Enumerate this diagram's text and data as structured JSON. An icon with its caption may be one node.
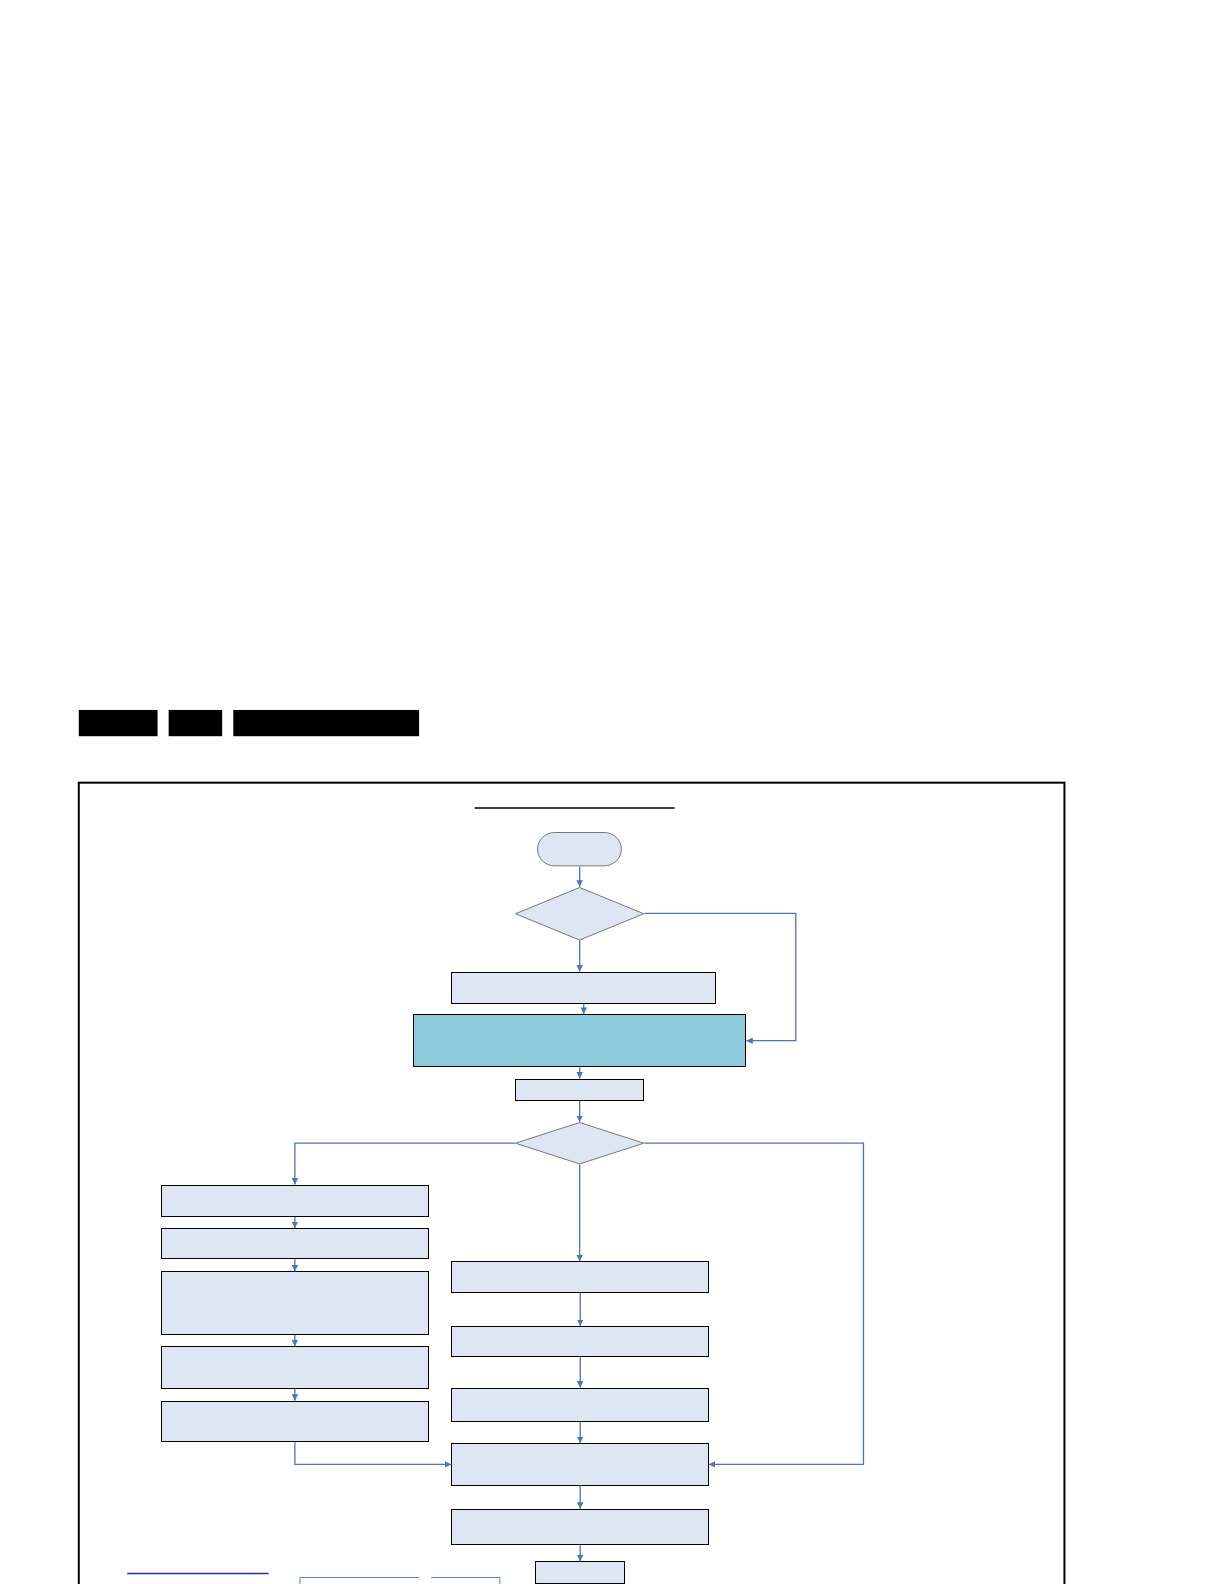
{
  "diagram": {
    "nodes": [
      {
        "text": [],
        "shape": "oval"
      },
      {
        "text": [],
        "shape": "diamond"
      },
      {
        "text": [],
        "shape": "box"
      },
      {
        "text": [],
        "shape": "box"
      },
      {
        "text": [],
        "shape": "box"
      },
      {
        "text": [],
        "shape": "diamond"
      },
      {
        "text": [],
        "shape": "box"
      },
      {
        "text": [],
        "shape": "box"
      },
      {
        "text": [],
        "shape": "box"
      },
      {
        "text": [],
        "shape": "box"
      },
      {
        "text": [],
        "shape": "box"
      },
      {
        "text": [],
        "shape": "box"
      },
      {
        "text": [],
        "shape": "box"
      },
      {
        "text": [],
        "shape": "box"
      },
      {
        "text": [],
        "shape": "box"
      },
      {
        "text": [],
        "shape": "box"
      },
      {
        "text": [],
        "shape": "box"
      }
    ],
    "edges": [
      {
        "from": 0,
        "to": 1,
        "arrow": "to"
      },
      {
        "from": 1,
        "to": 2,
        "arrow": "to"
      },
      {
        "from": 1,
        "to": 3,
        "arrow": "to"
      },
      {
        "from": 2,
        "to": 3,
        "arrow": "to"
      },
      {
        "from": 3,
        "to": 4,
        "arrow": "to"
      },
      {
        "from": 4,
        "to": 5,
        "arrow": "to"
      },
      {
        "from": 5,
        "to": 6,
        "arrow": "to"
      },
      {
        "from": 5,
        "to": 11,
        "arrow": "to"
      },
      {
        "from": 5,
        "to": 14,
        "arrow": "to"
      },
      {
        "from": 6,
        "to": 7,
        "arrow": "to"
      },
      {
        "from": 7,
        "to": 8,
        "arrow": "to"
      },
      {
        "from": 8,
        "to": 9,
        "arrow": "to"
      },
      {
        "from": 9,
        "to": 10,
        "arrow": "to"
      },
      {
        "from": 10,
        "to": 14,
        "arrow": "to"
      },
      {
        "from": 11,
        "to": 12,
        "arrow": "to"
      },
      {
        "from": 12,
        "to": 13,
        "arrow": "to"
      },
      {
        "from": 13,
        "to": 14,
        "arrow": "to"
      },
      {
        "from": 14,
        "to": 15,
        "arrow": "to"
      },
      {
        "from": 15,
        "to": 16,
        "arrow": "to"
      }
    ]
  }
}
